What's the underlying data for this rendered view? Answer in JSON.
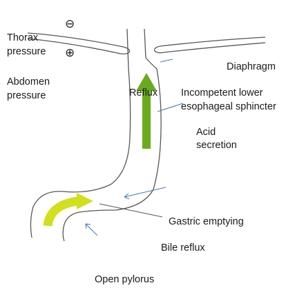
{
  "labels": {
    "thorax_pressure_1": "Thorax",
    "thorax_pressure_2": "pressure",
    "abdomen_pressure_1": "Abdomen",
    "abdomen_pressure_2": "pressure",
    "diaphragm": "Diaphragm",
    "reflux": "Reflux",
    "sphincter_1": "Incompetent lower",
    "sphincter_2": "esophageal sphincter",
    "acid_1": "Acid",
    "acid_2": "secretion",
    "gastric_emptying": "Gastric emptying",
    "bile_reflux": "Bile reflux",
    "open_pylorus": "Open pylorus"
  },
  "symbols": {
    "minus": "⊖",
    "plus": "⊕"
  },
  "icons": {
    "minus": "minus-circle-icon",
    "plus": "plus-circle-icon"
  },
  "colors": {
    "outline": "#555555",
    "pointer_line": "#4a78b8",
    "reflux_arrow": "#6aaa1f",
    "bile_arrow": "#d2df1e",
    "text": "#1a1a1a"
  }
}
